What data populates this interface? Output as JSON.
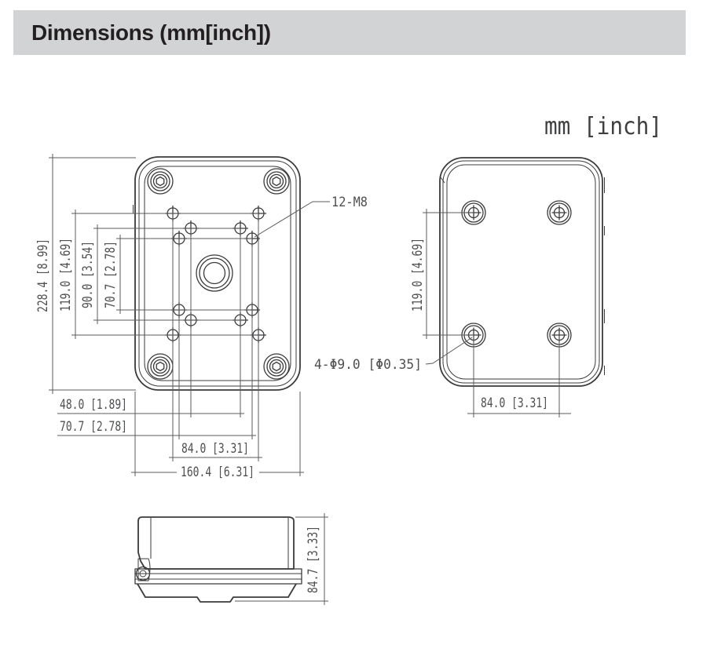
{
  "header": {
    "title": "Dimensions (mm[inch])"
  },
  "drawing": {
    "units_label": "mm [inch]",
    "front_view": {
      "callout_thread": "12-M8",
      "dim_overall_height": "228.4 [8.99]",
      "dim_hole_span_v_outer": "119.0 [4.69]",
      "dim_hole_span_v_mid": "90.0 [3.54]",
      "dim_hole_span_v_inner": "70.7 [2.78]",
      "dim_hole_span_h_inner": "48.0 [1.89]",
      "dim_hole_span_h_mid": "70.7 [2.78]",
      "dim_hole_span_h_outer": "84.0 [3.31]",
      "dim_overall_width": "160.4 [6.31]"
    },
    "back_view": {
      "callout_mount_holes": "4-Φ9.0 [Φ0.35]",
      "dim_screw_span_v": "119.0 [4.69]",
      "dim_screw_span_h": "84.0 [3.31]"
    },
    "side_view": {
      "dim_overall_depth": "84.7 [3.33]"
    },
    "colors": {
      "header_bg": "#d1d3d4",
      "header_text": "#231f20",
      "object_line": "#3b3b3d",
      "dim_line": "#5a5b5d"
    }
  }
}
